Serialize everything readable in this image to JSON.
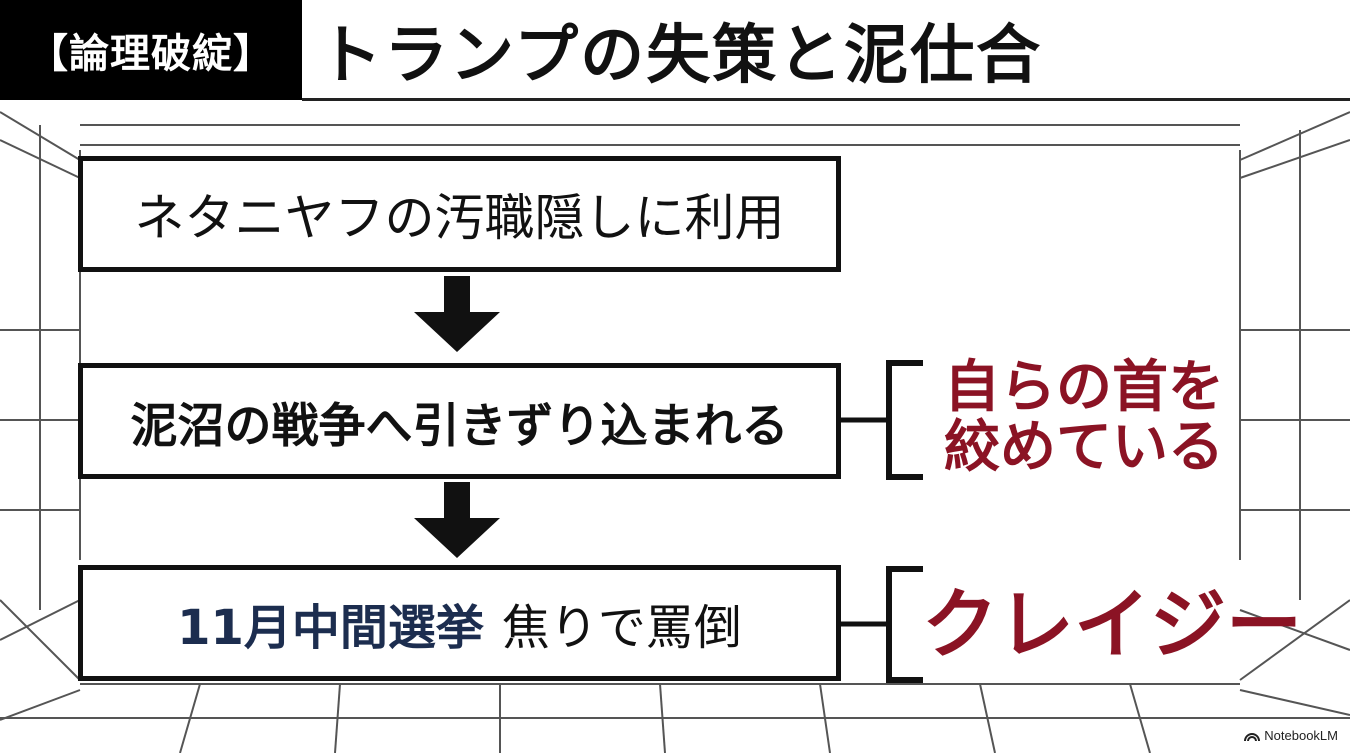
{
  "header": {
    "tag": "【論理破綻】",
    "title": "トランプの失策と泥仕合"
  },
  "flow": {
    "steps": [
      {
        "text": "ネタニヤフの汚職隠しに利用"
      },
      {
        "text": "泥沼の戦争へ引きずり込まれる"
      },
      {
        "highlight": "11月中間選挙",
        "text": "焦りで罵倒"
      }
    ]
  },
  "annotations": {
    "self_strangling": [
      "自らの首を",
      "絞めている"
    ],
    "crazy": "クレイジー"
  },
  "watermark": "NotebookLM",
  "colors": {
    "accent_red": "#8b1324",
    "highlight_navy": "#1c2d4f",
    "ink": "#111111"
  }
}
